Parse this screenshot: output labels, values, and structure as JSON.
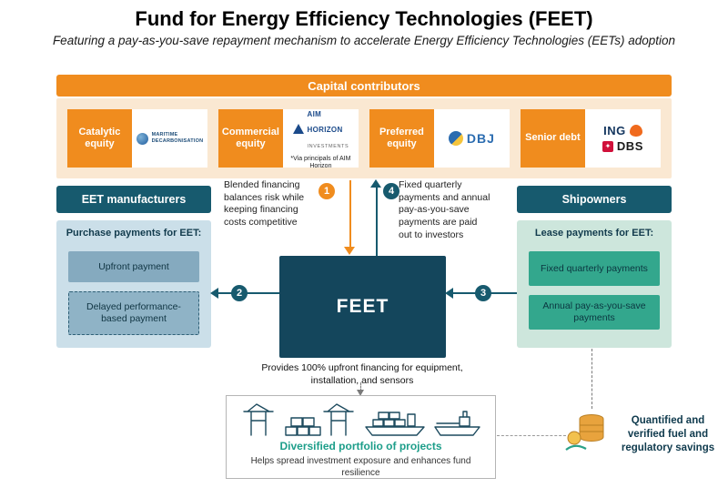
{
  "header": {
    "title": "Fund for Energy Efficiency Technologies (FEET)",
    "subtitle": "Featuring a pay-as-you-save repayment mechanism to accelerate Energy Efficiency Technologies (EETs) adoption"
  },
  "capital": {
    "header": "Capital contributors",
    "boxes": [
      {
        "label": "Catalytic equity",
        "logo": {
          "line1": "MARITIME",
          "line2": "DECARBONISATION"
        }
      },
      {
        "label": "Commercial equity",
        "logo": {
          "line1": "AIM",
          "line2": "HORIZON",
          "line3": "INVESTMENTS"
        },
        "note": "*Via principals of AIM Horizon"
      },
      {
        "label": "Preferred equity",
        "logo": {
          "line1": "DBJ"
        }
      },
      {
        "label": "Senior debt",
        "logo": {
          "line1": "ING",
          "line2": "DBS"
        }
      }
    ]
  },
  "manufacturers": {
    "header": "EET manufacturers",
    "title": "Purchase payments for EET:",
    "items": [
      "Upfront payment",
      "Delayed performance-based payment"
    ]
  },
  "shipowners": {
    "header": "Shipowners",
    "title": "Lease payments for EET:",
    "items": [
      "Fixed quarterly payments",
      "Annual pay-as-you-save payments"
    ]
  },
  "feet": {
    "label": "FEET",
    "caption": "Provides 100% upfront financing for equipment, installation, and sensors"
  },
  "flows": {
    "f1": {
      "num": "1",
      "text": "Blended financing balances risk while keeping financing costs competitive"
    },
    "f2": {
      "num": "2"
    },
    "f3": {
      "num": "3"
    },
    "f4": {
      "num": "4",
      "text": "Fixed quarterly payments and annual pay-as-you-save payments are paid out to investors"
    }
  },
  "portfolio": {
    "title": "Diversified portfolio of projects",
    "caption": "Helps spread investment exposure and enhances fund resilience"
  },
  "savings": {
    "text": "Quantified and verified fuel and regulatory savings"
  },
  "colors": {
    "orange": "#F08C1E",
    "cream": "#FAE8D2",
    "dark_teal": "#175A6E",
    "navy": "#14465C",
    "panel_blue": "#CBDFE9",
    "payment_blue": "#85AABF",
    "panel_green": "#CDE6DC",
    "payment_teal": "#33A78D",
    "portfolio_teal": "#1D9E8A"
  }
}
